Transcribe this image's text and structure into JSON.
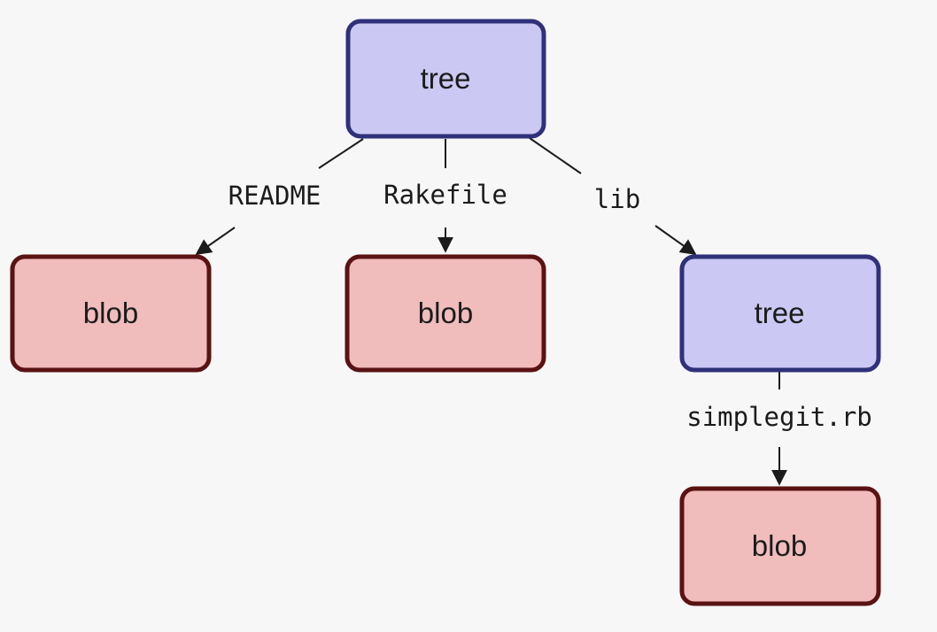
{
  "colors": {
    "tree_fill": "#cbc8f3",
    "tree_stroke": "#30317a",
    "blob_fill": "#f0bcbc",
    "blob_stroke": "#5a1212",
    "background": "#f7f7f7",
    "line": "#1b1b1b"
  },
  "nodes": {
    "root": {
      "label": "tree"
    },
    "readme_blob": {
      "label": "blob"
    },
    "rakefile_blob": {
      "label": "blob"
    },
    "lib_tree": {
      "label": "tree"
    },
    "simplegit_blob": {
      "label": "blob"
    }
  },
  "edges": {
    "readme": {
      "label": "README"
    },
    "rakefile": {
      "label": "Rakefile"
    },
    "lib": {
      "label": "lib"
    },
    "simplegit": {
      "label": "simplegit.rb"
    }
  }
}
